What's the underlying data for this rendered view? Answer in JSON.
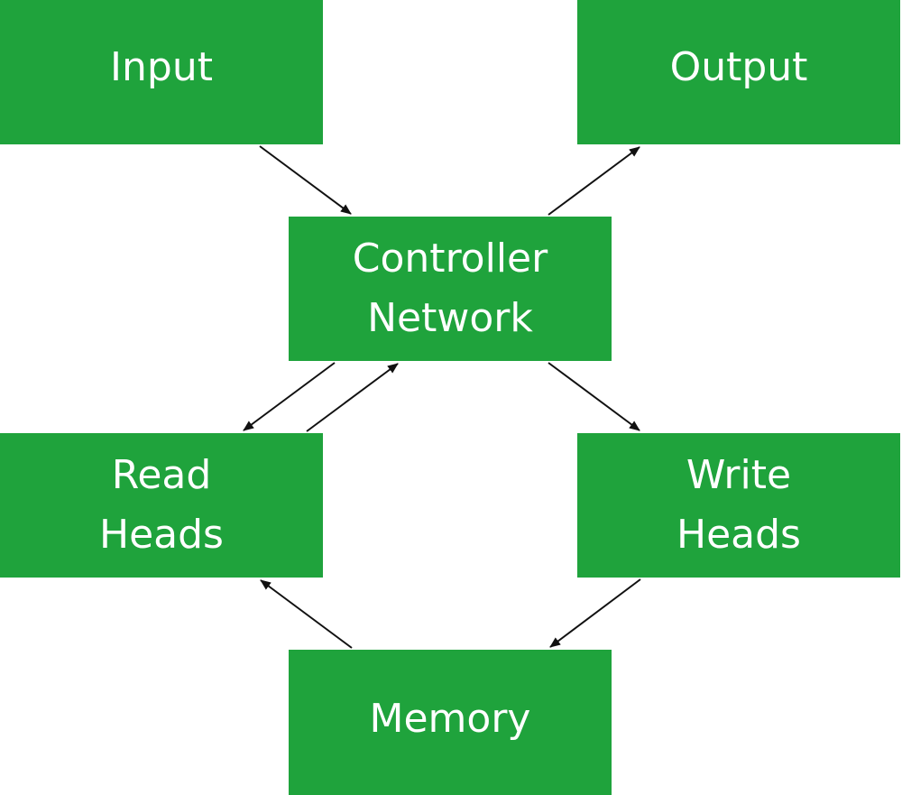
{
  "colors": {
    "node_fill": "#1fa33c",
    "node_text": "#ffffff",
    "edge": "#111111",
    "background": "#ffffff"
  },
  "nodes": {
    "input": {
      "lines": [
        "Input"
      ]
    },
    "output": {
      "lines": [
        "Output"
      ]
    },
    "controller": {
      "lines": [
        "Controller",
        "Network"
      ]
    },
    "read_heads": {
      "lines": [
        "Read",
        "Heads"
      ]
    },
    "write_heads": {
      "lines": [
        "Write",
        "Heads"
      ]
    },
    "memory": {
      "lines": [
        "Memory"
      ]
    }
  },
  "edges": [
    {
      "from": "input",
      "to": "controller"
    },
    {
      "from": "controller",
      "to": "output"
    },
    {
      "from": "controller",
      "to": "read_heads"
    },
    {
      "from": "read_heads",
      "to": "controller"
    },
    {
      "from": "controller",
      "to": "write_heads"
    },
    {
      "from": "write_heads",
      "to": "memory"
    },
    {
      "from": "memory",
      "to": "read_heads"
    }
  ]
}
